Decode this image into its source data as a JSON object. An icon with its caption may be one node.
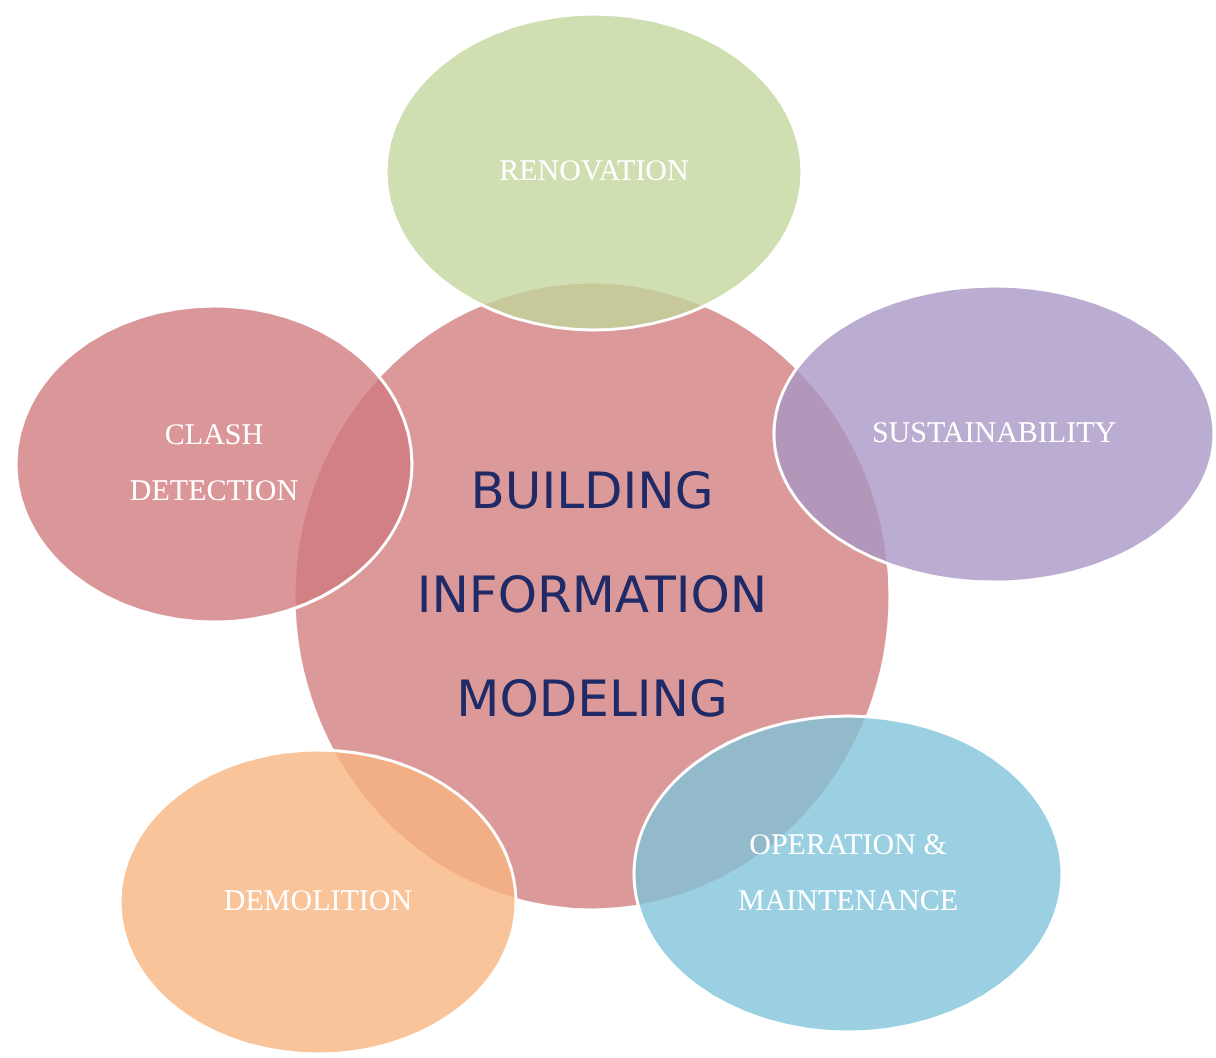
{
  "diagram": {
    "nodes": [
      {
        "text": [
          "RENOVATION"
        ]
      },
      {
        "text": [
          "CLASH DETECTION"
        ]
      },
      {
        "text": [
          "SUSTAINABILITY"
        ]
      },
      {
        "text": [
          "BUILDING INFORMATION MODELING"
        ]
      },
      {
        "text": [
          "OPERATION & MAINTENANCE"
        ]
      },
      {
        "text": [
          "DEMOLITION"
        ]
      }
    ],
    "edges": []
  }
}
